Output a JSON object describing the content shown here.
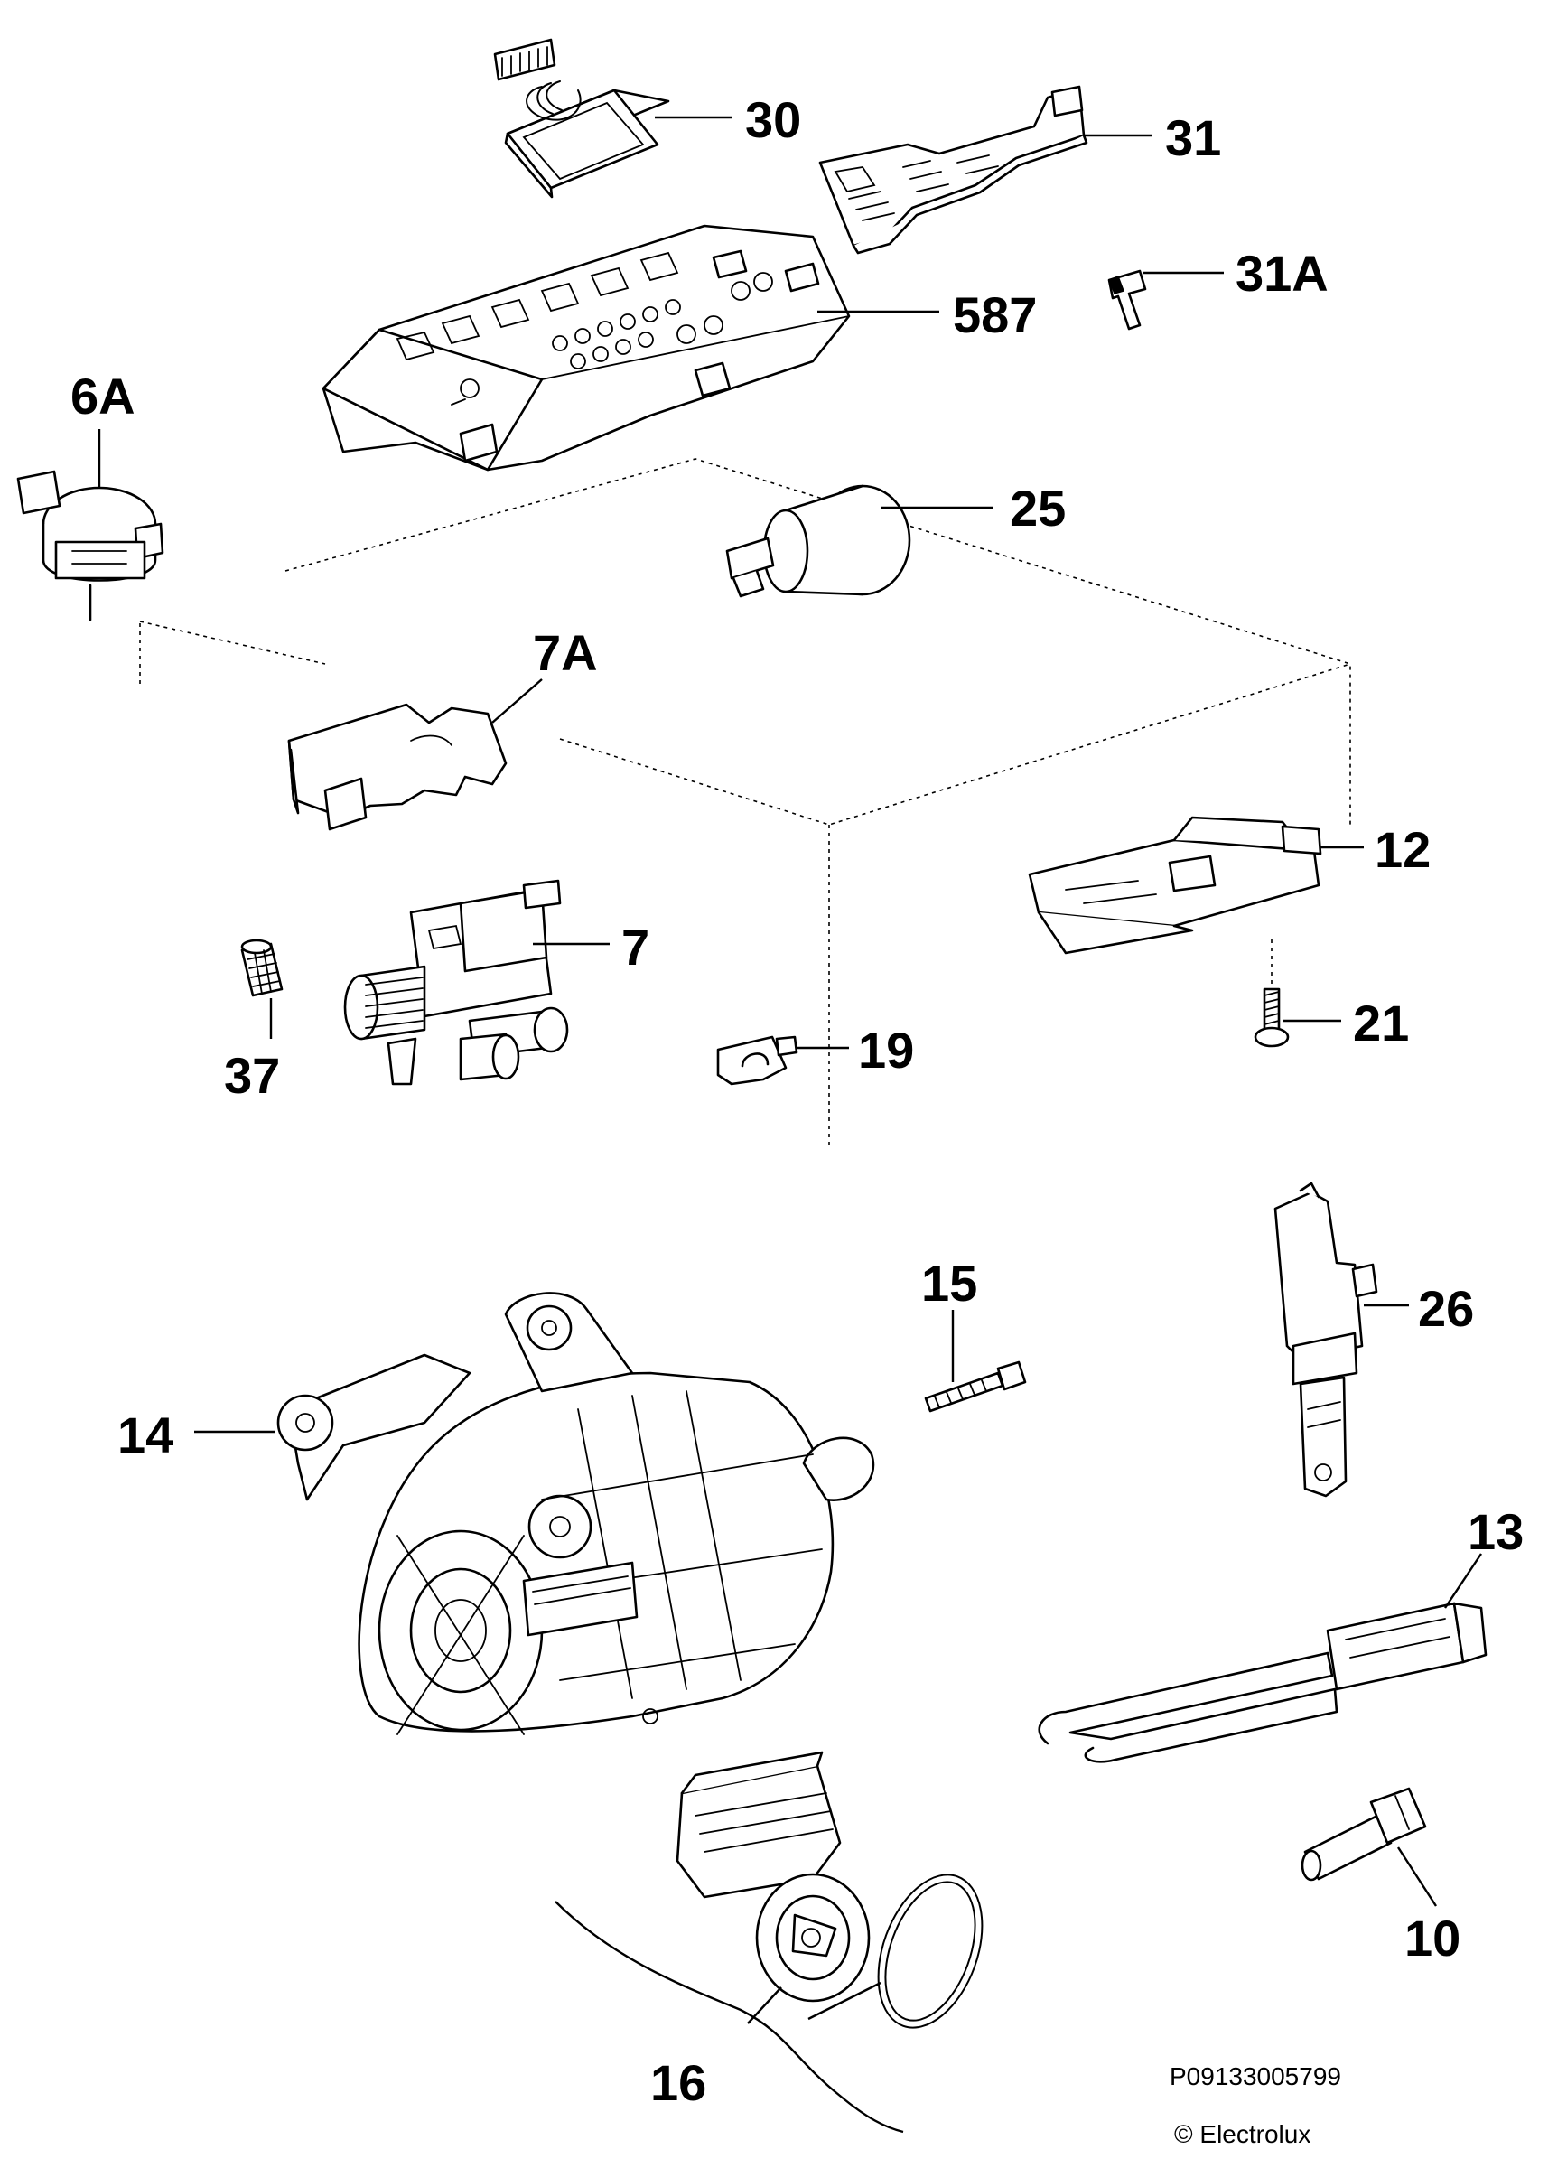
{
  "diagram": {
    "callouts": {
      "c30": "30",
      "c31": "31",
      "c31A": "31A",
      "c587": "587",
      "c6A": "6A",
      "c25": "25",
      "c7A": "7A",
      "c12": "12",
      "c7": "7",
      "c21": "21",
      "c37": "37",
      "c19": "19",
      "c15": "15",
      "c26": "26",
      "c14": "14",
      "c13": "13",
      "c10": "10",
      "c16": "16"
    },
    "reference_code": "P09133005799",
    "copyright": "© Electrolux"
  }
}
